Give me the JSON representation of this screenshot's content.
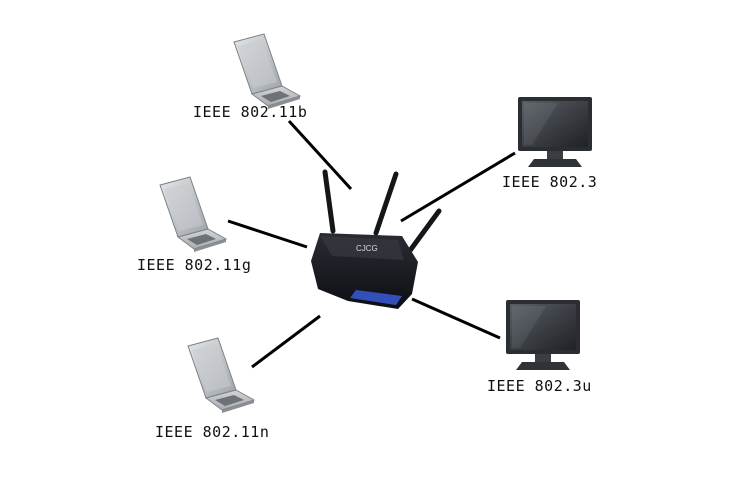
{
  "devices": {
    "laptop_top": {
      "label": "IEEE 802.11b"
    },
    "laptop_mid": {
      "label": "IEEE 802.11g"
    },
    "laptop_bottom": {
      "label": "IEEE 802.11n"
    },
    "monitor_top": {
      "label": "IEEE 802.3"
    },
    "monitor_bottom": {
      "label": "IEEE 802.3u"
    }
  },
  "router": {
    "brand": "CJCG",
    "icon": "router-icon"
  },
  "icons": {
    "laptop": "laptop-icon",
    "monitor": "monitor-icon"
  },
  "colors": {
    "line": "#000000",
    "router_body": "#15161c",
    "router_accent": "#3a5bd6",
    "laptop_body": "#b9bdc2",
    "monitor_frame": "#2a2d31"
  }
}
